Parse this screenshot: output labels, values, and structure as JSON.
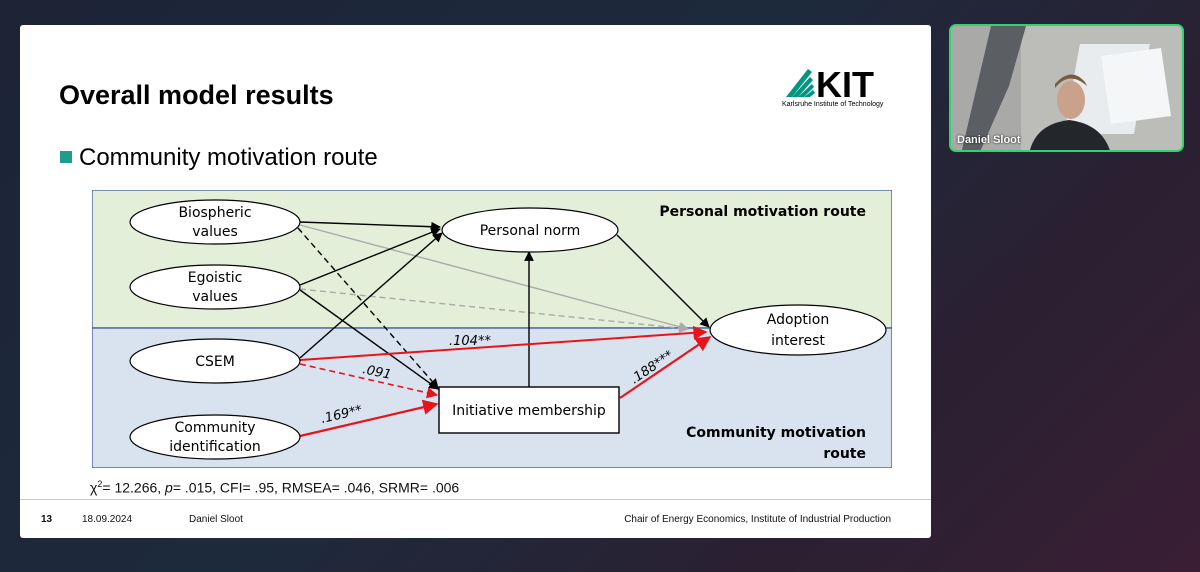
{
  "slide": {
    "title": "Overall model results",
    "logo": {
      "letters": "KIT",
      "subtitle": "Karlsruhe Institute of Technology"
    },
    "bullet": "Community motivation route",
    "diagram": {
      "regions": {
        "personal": "Personal motivation route",
        "community_line1": "Community motivation",
        "community_line2": "route"
      },
      "nodes": {
        "biospheric_1": "Biospheric",
        "biospheric_2": "values",
        "egoistic_1": "Egoistic",
        "egoistic_2": "values",
        "csem": "CSEM",
        "community_1": "Community",
        "community_2": "identification",
        "personal_norm": "Personal norm",
        "initiative": "Initiative membership",
        "adoption_1": "Adoption",
        "adoption_2": "interest"
      },
      "coefficients": {
        "csem_adoption": ".104**",
        "csem_initiative": ".091",
        "community_initiative": ".169**",
        "initiative_adoption": ".188***"
      },
      "colors": {
        "personal_bg": "#e3efd9",
        "community_bg": "#d9e3f0",
        "border": "#2f4f8a",
        "significant_path": "#e8141b"
      }
    },
    "stats": {
      "chi": "χ",
      "sup": "2",
      "chi_value": "= 12.266, ",
      "p_label": "p",
      "rest": "= .015, CFI= .95, RMSEA= .046, SRMR= .006"
    },
    "footer": {
      "page": "13",
      "date": "18.09.2024",
      "author": "Daniel Sloot",
      "institute": "Chair of Energy Economics, Institute of Industrial Production"
    }
  },
  "webcam": {
    "name": "Daniel Sloot",
    "border_color": "#2fd46a"
  }
}
